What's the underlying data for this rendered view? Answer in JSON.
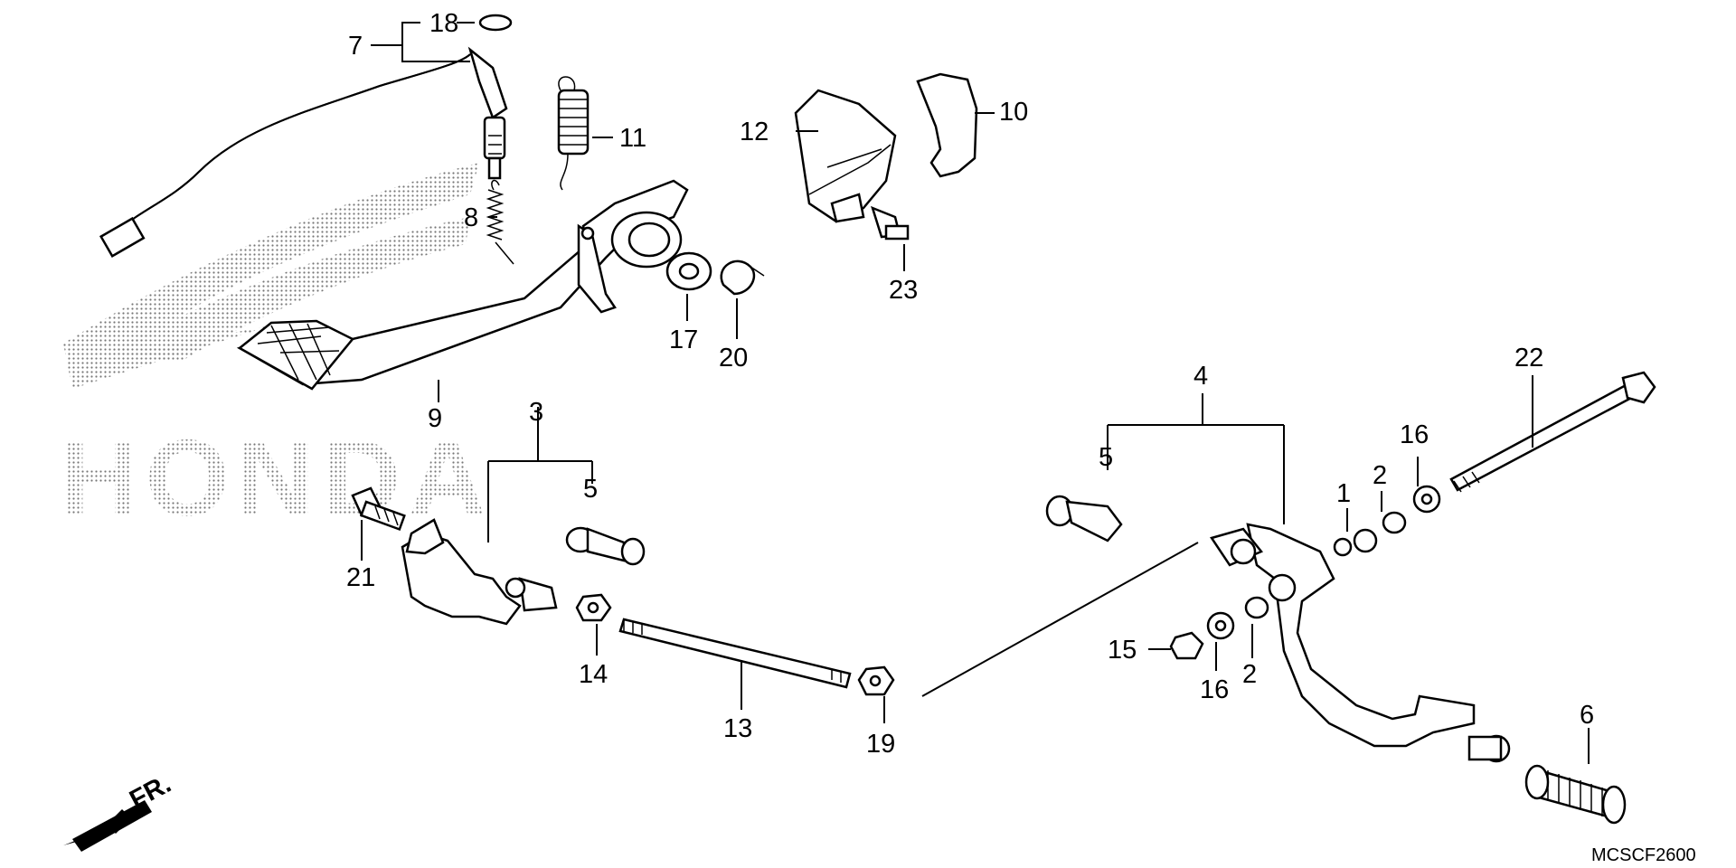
{
  "diagram": {
    "watermark": "HONDA",
    "drawing_code": "MCSCF2600",
    "front_marker": "FR.",
    "callouts": [
      {
        "id": "1",
        "label": "1"
      },
      {
        "id": "2a",
        "label": "2"
      },
      {
        "id": "2b",
        "label": "2"
      },
      {
        "id": "3",
        "label": "3"
      },
      {
        "id": "4",
        "label": "4"
      },
      {
        "id": "5a",
        "label": "5"
      },
      {
        "id": "5b",
        "label": "5"
      },
      {
        "id": "6",
        "label": "6"
      },
      {
        "id": "7",
        "label": "7"
      },
      {
        "id": "8",
        "label": "8"
      },
      {
        "id": "9",
        "label": "9"
      },
      {
        "id": "10",
        "label": "10"
      },
      {
        "id": "11",
        "label": "11"
      },
      {
        "id": "12",
        "label": "12"
      },
      {
        "id": "13",
        "label": "13"
      },
      {
        "id": "14",
        "label": "14"
      },
      {
        "id": "15",
        "label": "15"
      },
      {
        "id": "16a",
        "label": "16"
      },
      {
        "id": "16b",
        "label": "16"
      },
      {
        "id": "17",
        "label": "17"
      },
      {
        "id": "18",
        "label": "18"
      },
      {
        "id": "19",
        "label": "19"
      },
      {
        "id": "20",
        "label": "20"
      },
      {
        "id": "21",
        "label": "21"
      },
      {
        "id": "22",
        "label": "22"
      },
      {
        "id": "23",
        "label": "23"
      }
    ]
  }
}
